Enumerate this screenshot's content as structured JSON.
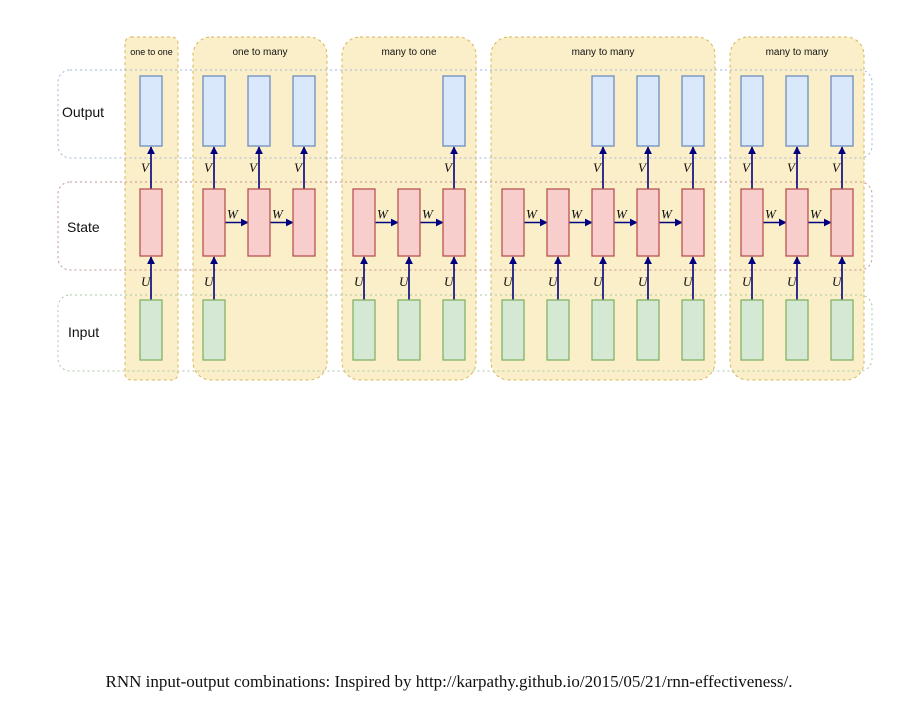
{
  "row_labels": {
    "output": "Output",
    "state": "State",
    "input": "Input"
  },
  "panels": [
    {
      "title": "one to one",
      "cols": 1,
      "inputs": [
        true
      ],
      "outputs": [
        true
      ]
    },
    {
      "title": "one to many",
      "cols": 3,
      "inputs": [
        true,
        false,
        false
      ],
      "outputs": [
        true,
        true,
        true
      ]
    },
    {
      "title": "many to one",
      "cols": 3,
      "inputs": [
        true,
        true,
        true
      ],
      "outputs": [
        false,
        false,
        true
      ]
    },
    {
      "title": "many to many",
      "cols": 5,
      "inputs": [
        true,
        true,
        true,
        true,
        true
      ],
      "outputs": [
        false,
        false,
        true,
        true,
        true
      ]
    },
    {
      "title": "many to many",
      "cols": 3,
      "inputs": [
        true,
        true,
        true
      ],
      "outputs": [
        true,
        true,
        true
      ]
    }
  ],
  "edge_labels": {
    "input_to_state": "U",
    "state_to_state": "W",
    "state_to_output": "V"
  },
  "colors": {
    "panel_fill": "#fbefc9",
    "panel_border": "#d6b656",
    "output_fill": "#dae8fc",
    "output_border": "#6c8ebf",
    "state_fill": "#f8cecc",
    "state_border": "#b85450",
    "input_fill": "#d5e8d4",
    "input_border": "#82b366",
    "arrow": "#000080",
    "output_band": "#a3b5d8",
    "state_band": "#c89090",
    "input_band": "#a8c8a0"
  },
  "caption": "RNN input-output combinations: Inspired by http://karpathy.github.io/2015/05/21/rnn-effectiveness/."
}
